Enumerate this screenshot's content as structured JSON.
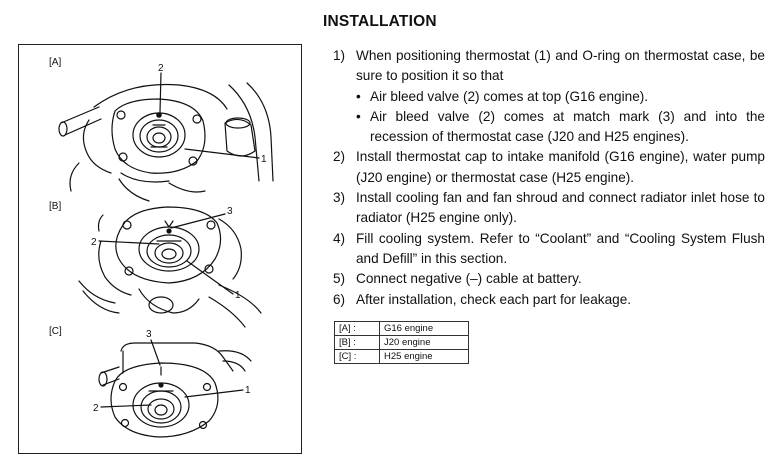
{
  "page": {
    "title": "INSTALLATION"
  },
  "figures": [
    {
      "tag": "[A]",
      "callouts": [
        "2",
        "1"
      ]
    },
    {
      "tag": "[B]",
      "callouts": [
        "3",
        "2",
        "1"
      ]
    },
    {
      "tag": "[C]",
      "callouts": [
        "3",
        "1",
        "2"
      ]
    }
  ],
  "steps": [
    {
      "num": "1)",
      "text": "When positioning thermostat (1) and O-ring on thermostat case, be sure to position it so that",
      "bullets": [
        "Air bleed valve (2) comes at top (G16 engine).",
        "Air bleed valve (2) comes at match mark (3) and into the recession of thermostat case (J20 and H25 engines)."
      ]
    },
    {
      "num": "2)",
      "text": "Install thermostat cap to intake manifold (G16 engine), water pump (J20 engine) or thermostat case (H25 engine).",
      "bullets": []
    },
    {
      "num": "3)",
      "text": "Install cooling fan and fan shroud and connect radiator inlet hose to radiator (H25 engine only).",
      "bullets": []
    },
    {
      "num": "4)",
      "text": "Fill cooling system. Refer to “Coolant” and “Cooling System Flush and Defill” in this section.",
      "bullets": []
    },
    {
      "num": "5)",
      "text": "Connect negative (–) cable at battery.",
      "bullets": []
    },
    {
      "num": "6)",
      "text": "After installation, check each part for leakage.",
      "bullets": []
    }
  ],
  "legend": [
    {
      "code": "[A] :",
      "engine": "G16 engine"
    },
    {
      "code": "[B] :",
      "engine": "J20 engine"
    },
    {
      "code": "[C] :",
      "engine": "H25 engine"
    }
  ],
  "bullet_glyph": "•"
}
